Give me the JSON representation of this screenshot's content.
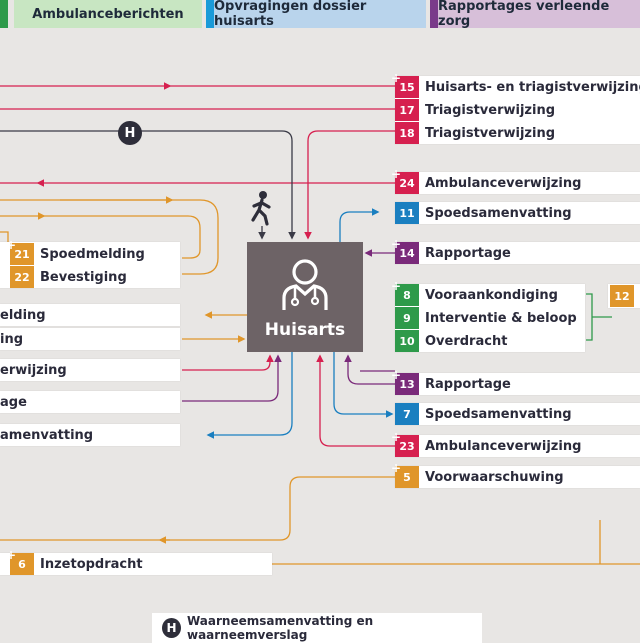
{
  "header": {
    "tabs": [
      {
        "label": "Ambulanceberichten",
        "color": "#c8e6c2"
      },
      {
        "label": "Opvragingen dossier huisarts",
        "color": "#b9d4ec"
      },
      {
        "label": "Rapportages verleende zorg",
        "color": "#d7bfd9"
      }
    ],
    "edge_colors": {
      "left": "#2e9a4a",
      "middle": "#1a9ad8",
      "right": "#7a3a8a"
    }
  },
  "center": {
    "label": "Huisarts",
    "color": "#6d6366",
    "icon": "doctor-icon"
  },
  "markers": {
    "h_label": "H",
    "walker_icon": "walking-person-icon"
  },
  "right_items": [
    {
      "num": "15",
      "label": "Huisarts- en triagistverwijzing",
      "color": "#d6204f",
      "plus": true
    },
    {
      "num": "17",
      "label": "Triagistverwijzing",
      "color": "#d6204f",
      "plus": false
    },
    {
      "num": "18",
      "label": "Triagistverwijzing",
      "color": "#d6204f",
      "plus": false
    },
    {
      "num": "24",
      "label": "Ambulanceverwijzing",
      "color": "#d6204f",
      "plus": true
    },
    {
      "num": "11",
      "label": "Spoedsamenvatting",
      "color": "#1a7fc0",
      "plus": false
    },
    {
      "num": "14",
      "label": "Rapportage",
      "color": "#7a2a7a",
      "plus": true
    },
    {
      "num": "8",
      "label": "Vooraankondiging",
      "color": "#2e9a4a",
      "plus": true
    },
    {
      "num": "9",
      "label": "Interventie & beloop",
      "color": "#2e9a4a",
      "plus": false
    },
    {
      "num": "10",
      "label": "Overdracht",
      "color": "#2e9a4a",
      "plus": false
    },
    {
      "num": "13",
      "label": "Rapportage",
      "color": "#7a2a7a",
      "plus": true
    },
    {
      "num": "7",
      "label": "Spoedsamenvatting",
      "color": "#1a7fc0",
      "plus": false
    },
    {
      "num": "23",
      "label": "Ambulanceverwijzing",
      "color": "#d6204f",
      "plus": true
    },
    {
      "num": "5",
      "label": "Voorwaarschuwing",
      "color": "#e0962a",
      "plus": true
    }
  ],
  "right_edge_badge": {
    "num": "12",
    "color": "#e0962a"
  },
  "left_group": [
    {
      "num": "21",
      "label": "Spoedmelding",
      "color": "#e0962a",
      "plus": true
    },
    {
      "num": "22",
      "label": "Bevestiging",
      "color": "#e0962a",
      "plus": false
    }
  ],
  "left_cut_items": [
    {
      "label": "elding"
    },
    {
      "label": "ing"
    },
    {
      "label": "erwijzing"
    },
    {
      "label": "age"
    },
    {
      "label": "amenvatting"
    }
  ],
  "bottom_item": {
    "num": "6",
    "label": "Inzetopdracht",
    "color": "#e0962a",
    "plus": true
  },
  "legend": {
    "symbol": "H",
    "label": "Waarneemsamenvatting en waarneemverslag"
  }
}
